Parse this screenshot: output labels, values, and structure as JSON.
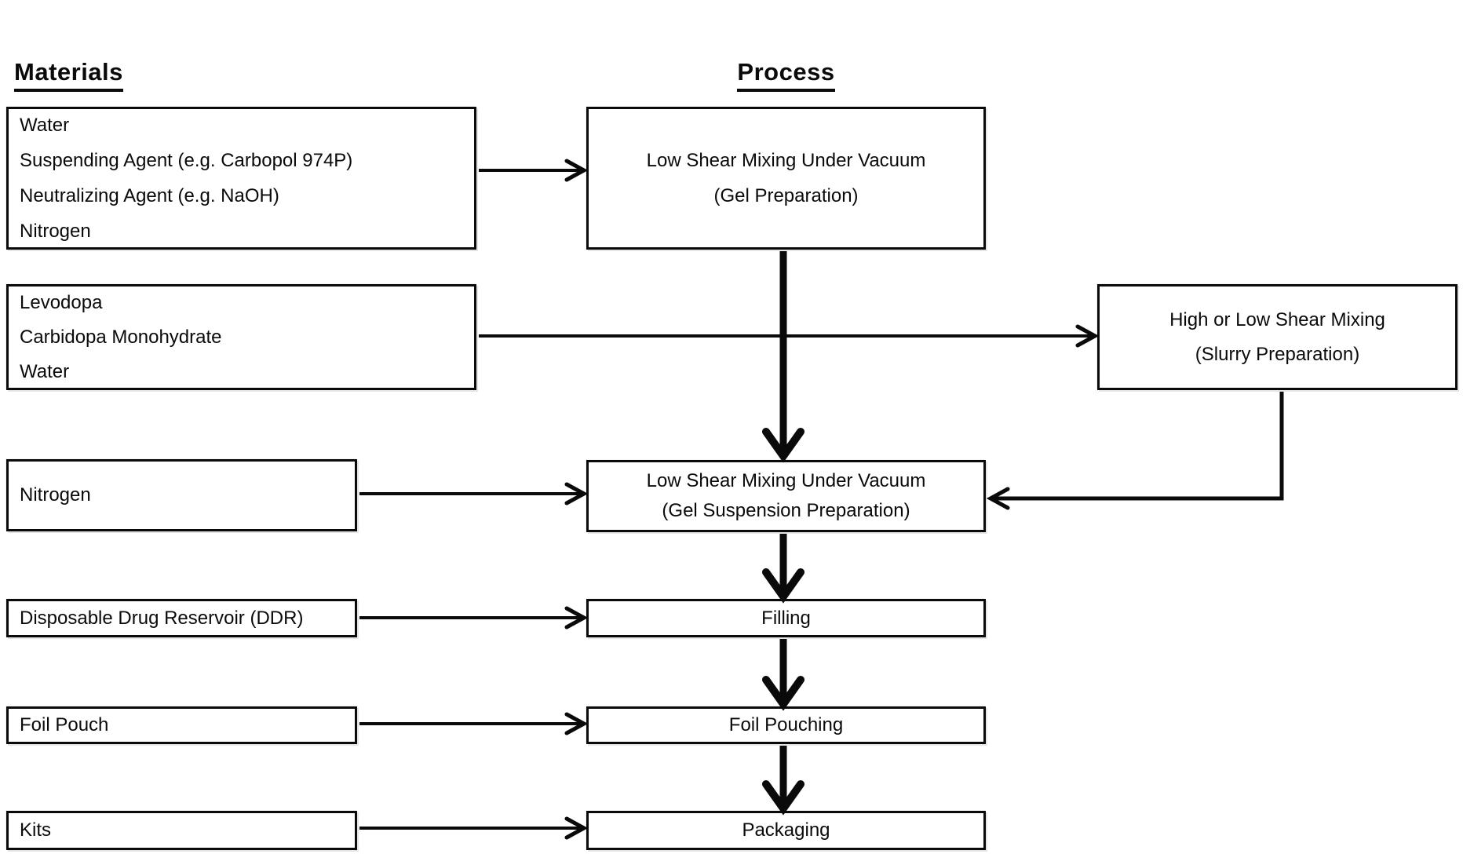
{
  "figure": {
    "type": "flowchart",
    "headers": {
      "materials": "Materials",
      "process": "Process"
    },
    "material_boxes": [
      {
        "lines": [
          "Water",
          "Suspending Agent (e.g. Carbopol 974P)",
          "Neutralizing Agent (e.g. NaOH)",
          "Nitrogen"
        ]
      },
      {
        "lines": [
          "Levodopa",
          "Carbidopa Monohydrate",
          "Water"
        ]
      },
      {
        "lines": [
          "Nitrogen"
        ]
      },
      {
        "lines": [
          "Disposable Drug Reservoir (DDR)"
        ]
      },
      {
        "lines": [
          "Foil Pouch"
        ]
      },
      {
        "lines": [
          "Kits"
        ]
      }
    ],
    "process_boxes": [
      {
        "lines": [
          "Low Shear Mixing Under Vacuum",
          "(Gel Preparation)"
        ]
      },
      {
        "lines": [
          "High or Low Shear Mixing",
          "(Slurry Preparation)"
        ]
      },
      {
        "lines": [
          "Low Shear Mixing Under Vacuum",
          "(Gel Suspension Preparation)"
        ]
      },
      {
        "lines": [
          "Filling"
        ]
      },
      {
        "lines": [
          "Foil Pouching"
        ]
      },
      {
        "lines": [
          "Packaging"
        ]
      }
    ],
    "colors": {
      "ink": "#000000",
      "background": "#ffffff"
    }
  }
}
